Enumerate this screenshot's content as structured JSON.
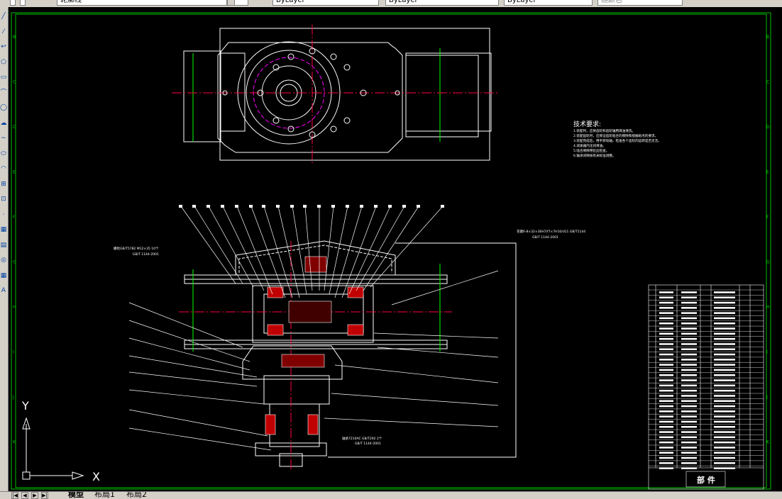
{
  "toolbar": {
    "layer_name": "轮廓线",
    "color_control": "ByLayer",
    "linetype_control": "ByLayer",
    "lineweight_control": "ByLayer",
    "plotstyle_control": "随颜色"
  },
  "left_toolbar": {
    "icons": [
      "line-icon",
      "construction-line-icon",
      "polyline-icon",
      "polygon-icon",
      "rectangle-icon",
      "arc-icon",
      "circle-icon",
      "revision-cloud-icon",
      "spline-icon",
      "ellipse-icon",
      "ellipse-arc-icon",
      "insert-block-icon",
      "make-block-icon",
      "point-icon",
      "hatch-icon",
      "gradient-icon",
      "region-icon",
      "table-icon",
      "multiline-text-icon"
    ]
  },
  "drawing": {
    "tech_title": "技术要求:",
    "tech_notes": [
      "1.装配时，应将齿轮和齿轮轴用煤油清洗。",
      "2.装配齿轮时，应保证齿轮啮合的侧隙和接触斑点的要求。",
      "3.装配完成后，用手转动轴，检查各个齿轮的运转是否灵活。",
      "4.减速器内注润滑油。",
      "5.啮合侧隙用铅丝检查。",
      "6.轴承间隙按有关标准调整。"
    ],
    "left_annotation_1": "螺栓GB/T5782 M12×35 10个",
    "left_annotation_2": "GB/T 1144-2001",
    "right_annotation_1": "花键6-8×32×36H7/f7×7H10/d11 GB/T1144",
    "right_annotation_2": "GB/T 1144-2001",
    "bottom_annotation_1": "轴承7210AC GB/T292 2个",
    "bottom_annotation_2": "GB/T 1144-2001",
    "title_block_label": "部 件",
    "border_letters": [
      "B",
      "C",
      "D",
      "E",
      "F",
      "G",
      "H",
      "I",
      "J",
      "K"
    ],
    "ucs_y": "Y",
    "ucs_x": "X"
  },
  "tabs": {
    "model": "模型",
    "layout1": "布局1",
    "layout2": "布局2"
  },
  "colors": {
    "canvas_bg": "#000000",
    "line_white": "#ffffff",
    "center_line": "#ff0040",
    "hidden_line": "#ff00ff",
    "green_line": "#00ff00",
    "border_green": "#00c000"
  }
}
